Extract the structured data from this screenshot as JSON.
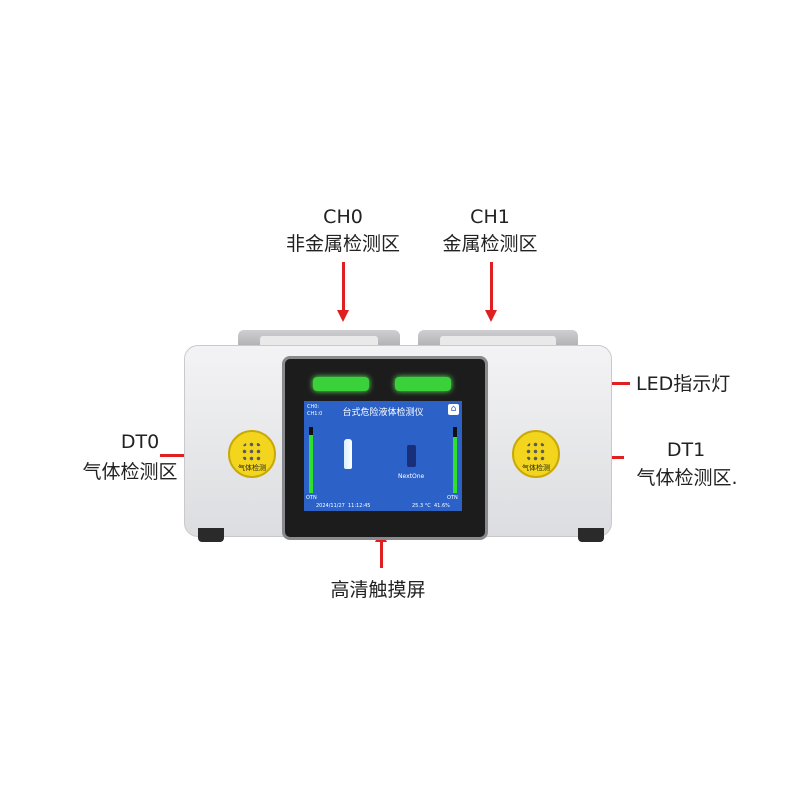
{
  "labels": {
    "ch0_code": "CH0",
    "ch0_name": "非金属检测区",
    "ch1_code": "CH1",
    "ch1_name": "金属检测区",
    "led": "LED指示灯",
    "dt0_code": "DT0",
    "dt0_name": "气体检测区",
    "dt1_code": "DT1",
    "dt1_name": "气体检测区.",
    "screen": "高清触摸屏"
  },
  "sensor_label": "气体检测",
  "screen": {
    "title": "台式危险液体检测仪",
    "ch_status_1": "CH0:",
    "ch_status_2": "CH1:0",
    "can_brand": "NextOne",
    "bar_left_label": "OTN",
    "bar_right_label": "OTN",
    "footer_date": "2024/11/27",
    "footer_time": "11:12:45",
    "footer_temp": "25.3 °C",
    "footer_humidity": "41.6%",
    "left_level": 0.88,
    "right_level": 0.85
  },
  "colors": {
    "arrow": "#e02020",
    "led": "#3bd13b",
    "screen_bg": "#2c62c8",
    "sensor": "#f2d51c"
  }
}
